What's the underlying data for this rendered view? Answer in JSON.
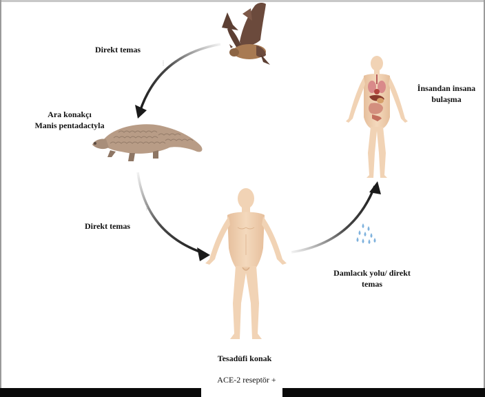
{
  "labels": {
    "direct_contact_top": "Direkt temas",
    "intermediate_host_line1": "Ara konakçı",
    "intermediate_host_line2": "Manis pentadactyla",
    "direct_contact_left": "Direkt temas",
    "human_to_human_line1": "İnsandan insana",
    "human_to_human_line2": "bulaşma",
    "droplet_line1": "Damlacık yolu/ direkt",
    "droplet_line2": "temas",
    "incidental_host": "Tesadüfi konak",
    "receptor": "ACE-2 reseptör +"
  },
  "colors": {
    "skin": "#f1d3b5",
    "skin_shade": "#e2b996",
    "bat_wing": "#6b4a3c",
    "bat_body": "#a87a52",
    "pangolin": "#b89c86",
    "pangolin_dark": "#8e7664",
    "arrow": "#1a1a1a",
    "droplet": "#7fb2dd"
  },
  "icons": [
    "bat-icon",
    "pangolin-icon",
    "human-with-organs-icon",
    "human-figure-icon",
    "water-droplets-icon"
  ]
}
